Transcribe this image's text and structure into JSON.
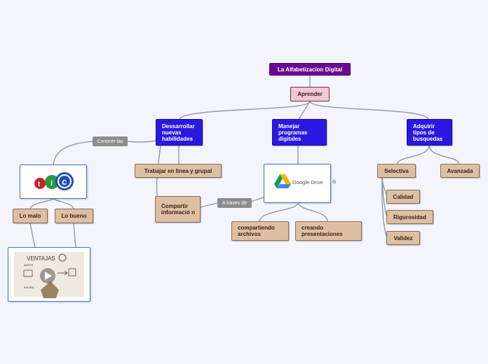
{
  "root": {
    "label": "La Alfabetizacion Digital"
  },
  "center": {
    "label": "Aprender"
  },
  "branches": {
    "habilidades": {
      "label": "Dessarrollar nuevas habilidades"
    },
    "manejar": {
      "label": "Manejar programas digitales"
    },
    "adquirir": {
      "label": "Adquirir tipos de busquedas"
    }
  },
  "connectors": {
    "conocer": "Conocer las",
    "traves": "A traves de"
  },
  "leaves": {
    "lo_malo": "Lo malo",
    "lo_bueno": "Lo bueno",
    "trabajar": "Trabajar en linea y grupal",
    "compartir_info": "Compartir informació n",
    "compartiendo": "compartiendo archivos",
    "creando": "creando presentaciones",
    "selectiva": "Selectiva",
    "avanzada": "Avanzada",
    "calidad": "Calidad",
    "rigurosidad": "Rigurosidad",
    "validez": "Validez"
  },
  "images": {
    "tic_letters": [
      "t",
      "i",
      "c"
    ],
    "google_drive": "Google Drive",
    "google_g": "G",
    "ventajas": "VENTAJAS",
    "antes": "ANTES",
    "ahora": "AHORA"
  },
  "colors": {
    "root": "#6a0a90",
    "pink": "#eec8d4",
    "blue": "#2b18e0",
    "tan": "#ddbfa3",
    "link": "#8f9aa8",
    "label": "#8d8d8d"
  }
}
